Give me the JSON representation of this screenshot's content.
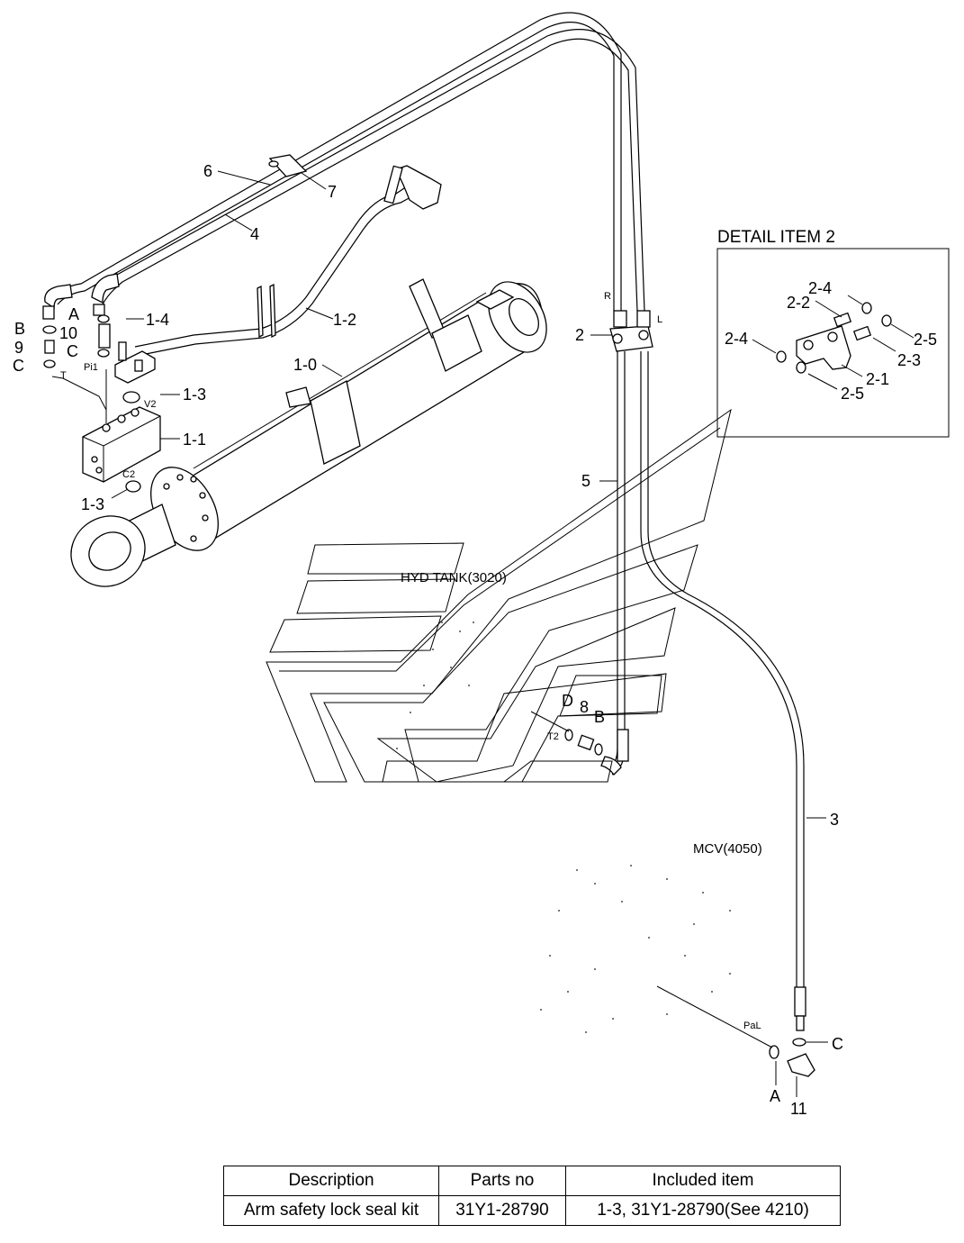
{
  "detail_box": {
    "title": "DETAIL ITEM 2"
  },
  "labels": {
    "l6": "6",
    "l7": "7",
    "l4": "4",
    "l1_2": "1-2",
    "l1_0": "1-0",
    "lB_left": "B",
    "lA_left": "A",
    "l9": "9",
    "l10": "10",
    "lC_left1": "C",
    "lC_left2": "C",
    "l1_4": "1-4",
    "lT": "T",
    "lPi1": "Pi1",
    "l1_3a": "1-3",
    "lV2": "V2",
    "l1_1": "1-1",
    "lC2": "C2",
    "l1_3b": "1-3",
    "lR": "R",
    "lL": "L",
    "l2": "2",
    "l5": "5",
    "lHydTank": "HYD TANK(3020)",
    "lD": "D",
    "l8": "8",
    "lB_mid": "B",
    "lT2": "T2",
    "l3": "3",
    "lMcv": "MCV(4050)",
    "lPaL": "PaL",
    "lC_right": "C",
    "lA_right": "A",
    "l11": "11",
    "l2_4a": "2-4",
    "l2_2": "2-2",
    "l2_4b": "2-4",
    "l2_5a": "2-5",
    "l2_3": "2-3",
    "l2_1": "2-1",
    "l2_5b": "2-5"
  },
  "table": {
    "headers": [
      "Description",
      "Parts no",
      "Included item"
    ],
    "rows": [
      [
        "Arm safety lock seal kit",
        "31Y1-28790",
        "1-3, 31Y1-28790(See 4210)"
      ]
    ]
  }
}
